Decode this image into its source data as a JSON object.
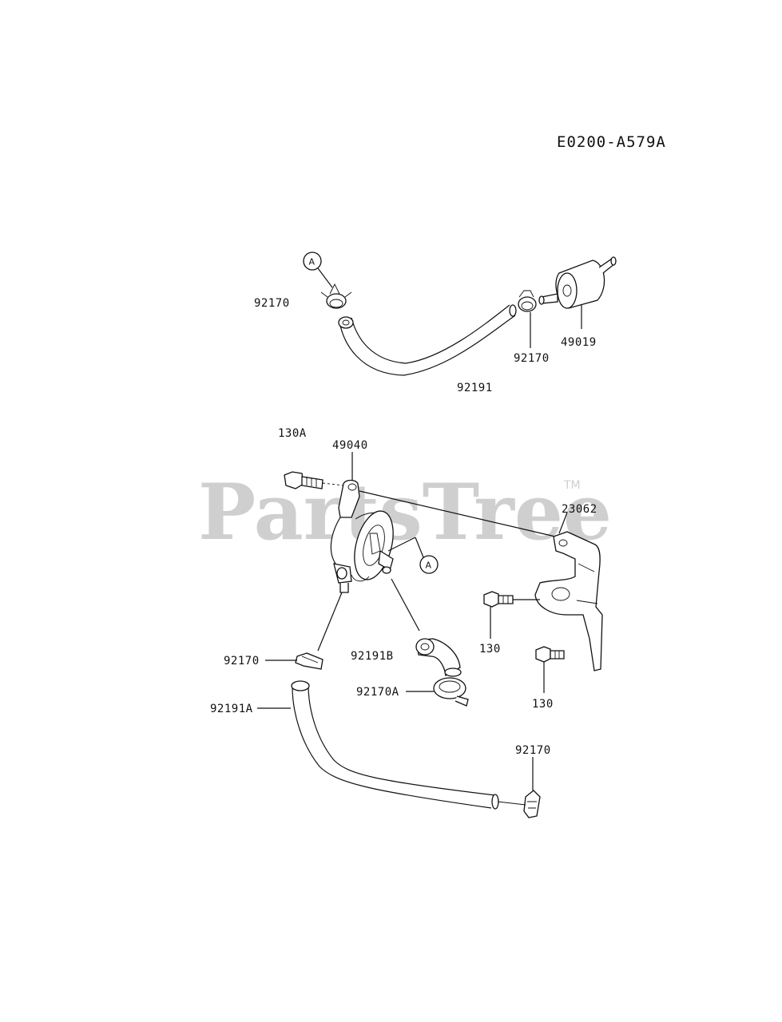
{
  "diagram_code": "E0200-A579A",
  "watermark": {
    "brand": "PartsTree",
    "trademark": "TM"
  },
  "callout_letter": "A",
  "parts": [
    {
      "id": "p-92170-top",
      "number": "92170"
    },
    {
      "id": "p-92170-mid",
      "number": "92170"
    },
    {
      "id": "p-49019",
      "number": "49019"
    },
    {
      "id": "p-92191",
      "number": "92191"
    },
    {
      "id": "p-130A",
      "number": "130A"
    },
    {
      "id": "p-49040",
      "number": "49040"
    },
    {
      "id": "p-23062",
      "number": "23062"
    },
    {
      "id": "p-130-a",
      "number": "130"
    },
    {
      "id": "p-130-b",
      "number": "130"
    },
    {
      "id": "p-92170-left",
      "number": "92170"
    },
    {
      "id": "p-92191B",
      "number": "92191B"
    },
    {
      "id": "p-92170A",
      "number": "92170A"
    },
    {
      "id": "p-92191A",
      "number": "92191A"
    },
    {
      "id": "p-92170-bot",
      "number": "92170"
    }
  ]
}
